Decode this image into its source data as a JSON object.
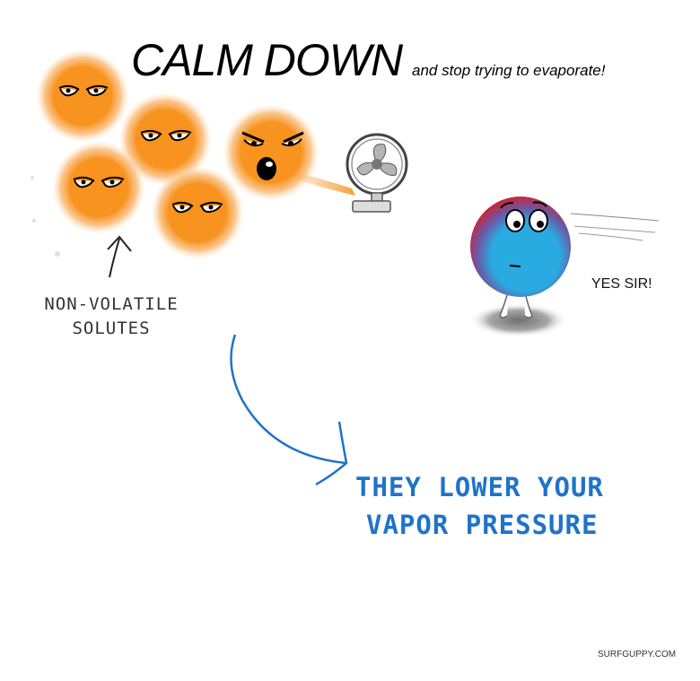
{
  "title": "CALM DOWN",
  "subtitle": "and stop trying to evaporate!",
  "solute_label": [
    "NON-VOLATILE",
    "SOLUTES"
  ],
  "reply": "YES SIR!",
  "punchline": [
    "THEY LOWER YOUR",
    "VAPOR PRESSURE"
  ],
  "credit": "SURFGUPPY.COM",
  "colors": {
    "solute_orange": "#f7931e",
    "solvent_blue": "#29abe2",
    "solvent_red": "#d4202a",
    "punchline_blue": "#1f73c9"
  },
  "icons": [
    "solute-particle",
    "fan-icon",
    "solvent-molecule",
    "curved-arrow-icon",
    "up-arrow-icon"
  ]
}
